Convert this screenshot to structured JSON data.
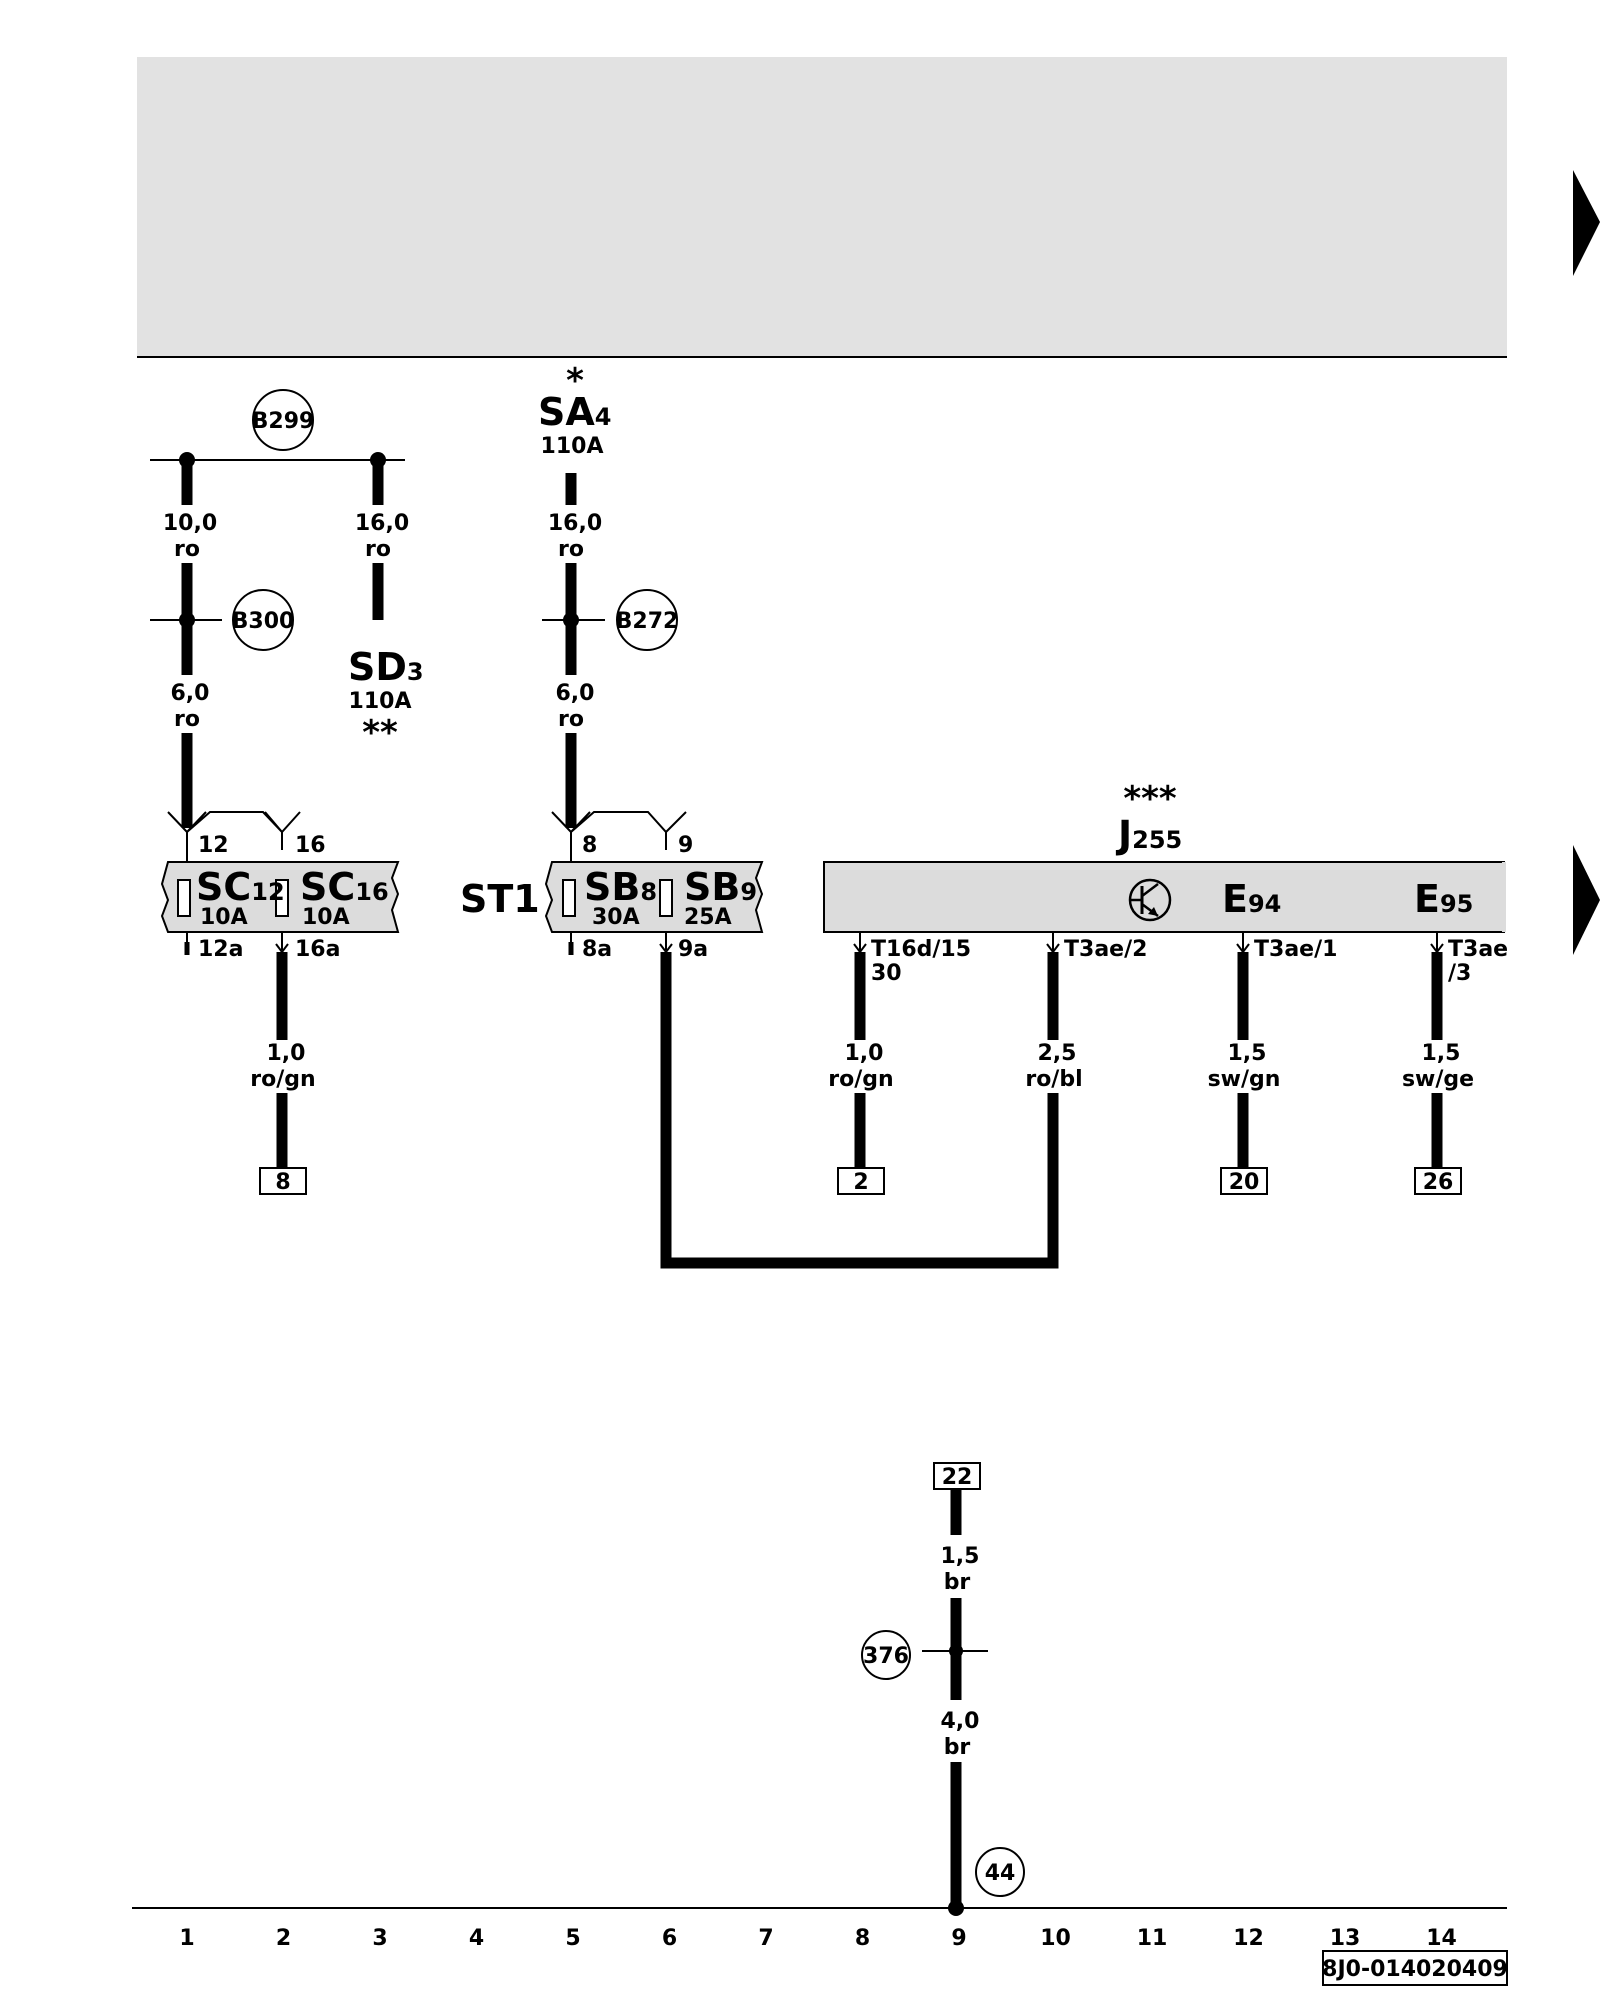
{
  "fuses": {
    "sd3": {
      "letters": "SD",
      "index": "3",
      "rating": "110A",
      "mark": "**"
    },
    "sa4": {
      "letters": "SA",
      "index": "4",
      "rating": "110A",
      "mark": "*"
    },
    "sc12": {
      "letters": "SC",
      "index": "12",
      "rating": "10A"
    },
    "sc16": {
      "letters": "SC",
      "index": "16",
      "rating": "10A"
    },
    "sb8": {
      "letters": "SB",
      "index": "8",
      "rating": "30A"
    },
    "sb9": {
      "letters": "SB",
      "index": "9",
      "rating": "25A"
    }
  },
  "connections": {
    "b299": "B299",
    "b300": "B300",
    "b272": "B272",
    "c376": "376",
    "c44": "44"
  },
  "wires": {
    "w1": {
      "size": "10,0",
      "color": "ro"
    },
    "w2": {
      "size": "16,0",
      "color": "ro"
    },
    "w3": {
      "size": "16,0",
      "color": "ro"
    },
    "w4": {
      "size": "6,0",
      "color": "ro"
    },
    "w5": {
      "size": "6,0",
      "color": "ro"
    },
    "w6": {
      "size": "1,0",
      "color": "ro/gn"
    },
    "w7": {
      "size": "1,0",
      "color": "ro/gn"
    },
    "w8": {
      "size": "2,5",
      "color": "ro/bl"
    },
    "w9": {
      "size": "1,5",
      "color": "sw/gn"
    },
    "w10": {
      "size": "1,5",
      "color": "sw/ge"
    },
    "w11": {
      "size": "1,5",
      "color": "br"
    },
    "w12": {
      "size": "4,0",
      "color": "br"
    }
  },
  "pins": {
    "p12": "12",
    "p16": "16",
    "p8": "8",
    "p9": "9",
    "p12a": "12a",
    "p16a": "16a",
    "p8a": "8a",
    "p9a": "9a"
  },
  "carrier": "ST1",
  "unit": {
    "mark": "***",
    "letters": "J",
    "index": "255"
  },
  "switches": {
    "e94": {
      "letters": "E",
      "index": "94"
    },
    "e95": {
      "letters": "E",
      "index": "95"
    }
  },
  "connectors": {
    "c1": {
      "line1": "T16d/15",
      "line2": "30"
    },
    "c2": {
      "line1": "T3ae/2"
    },
    "c3": {
      "line1": "T3ae/1"
    },
    "c4": {
      "line1": "T3ae",
      "line2": "/3"
    }
  },
  "terminals": {
    "t8": "8",
    "t2": "2",
    "t20": "20",
    "t26": "26",
    "t22": "22"
  },
  "columns": [
    "1",
    "2",
    "3",
    "4",
    "5",
    "6",
    "7",
    "8",
    "9",
    "10",
    "11",
    "12",
    "13",
    "14"
  ],
  "code": "8J0-014020409"
}
